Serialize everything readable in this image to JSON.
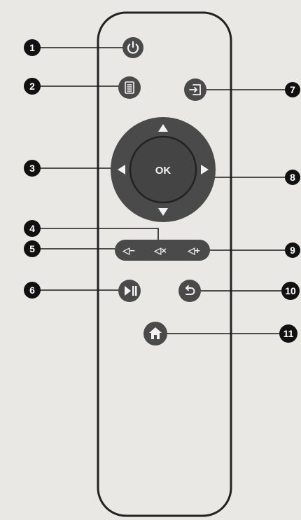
{
  "colors": {
    "background": "#e9e8e4",
    "remote_outline": "#222222",
    "button": "#4a4a4a",
    "callout_disc": "#111111",
    "leader_line": "#1a1a1a",
    "glyph": "#f2f2f2"
  },
  "buttons": {
    "power": {
      "icon": "power-icon"
    },
    "menu": {
      "icon": "menu-list-icon"
    },
    "source": {
      "icon": "input-source-icon"
    },
    "dpad": {
      "ok_label": "OK",
      "icons": [
        "arrow-up-icon",
        "arrow-down-icon",
        "arrow-left-icon",
        "arrow-right-icon"
      ]
    },
    "volume": {
      "minus_label": "◁−",
      "mute_label": "◁×",
      "plus_label": "◁+"
    },
    "play_pause": {
      "icon": "play-pause-icon"
    },
    "back": {
      "icon": "back-icon"
    },
    "home": {
      "icon": "home-icon"
    }
  },
  "callouts": [
    {
      "number": "1"
    },
    {
      "number": "2"
    },
    {
      "number": "3"
    },
    {
      "number": "4"
    },
    {
      "number": "5"
    },
    {
      "number": "6"
    },
    {
      "number": "7"
    },
    {
      "number": "8"
    },
    {
      "number": "9"
    },
    {
      "number": "10"
    },
    {
      "number": "11"
    }
  ]
}
